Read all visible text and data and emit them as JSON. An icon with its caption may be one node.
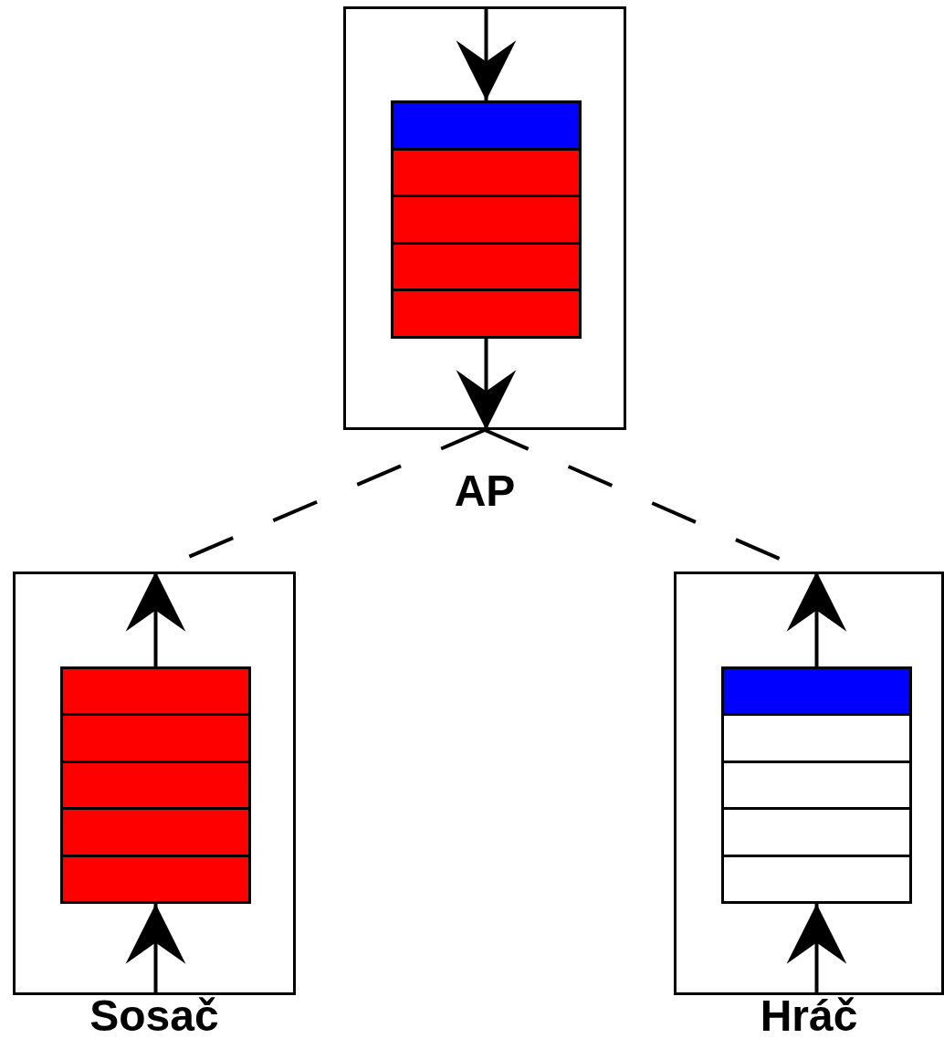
{
  "diagram": {
    "nodes": [
      {
        "text": [
          "AP"
        ]
      },
      {
        "text": [],
        "shape": "box",
        "in": 0
      },
      {
        "text": [
          "Sosač"
        ]
      },
      {
        "text": [],
        "shape": "box",
        "in": 2
      },
      {
        "text": [
          "Hráč"
        ]
      },
      {
        "text": [],
        "shape": "box",
        "in": 4
      }
    ],
    "edges": [
      {
        "from": null,
        "to": 1,
        "arrow": "to"
      },
      {
        "from": 1,
        "to": null,
        "arrow": "to"
      },
      {
        "from": 0,
        "to": 2,
        "arrow": "none",
        "style": "dashed"
      },
      {
        "from": 0,
        "to": 4,
        "arrow": "none",
        "style": "dashed"
      },
      {
        "from": null,
        "to": 3,
        "arrow": "to"
      },
      {
        "from": 3,
        "to": null,
        "arrow": "to"
      },
      {
        "from": null,
        "to": 5,
        "arrow": "to"
      },
      {
        "from": 5,
        "to": null,
        "arrow": "to"
      }
    ]
  }
}
